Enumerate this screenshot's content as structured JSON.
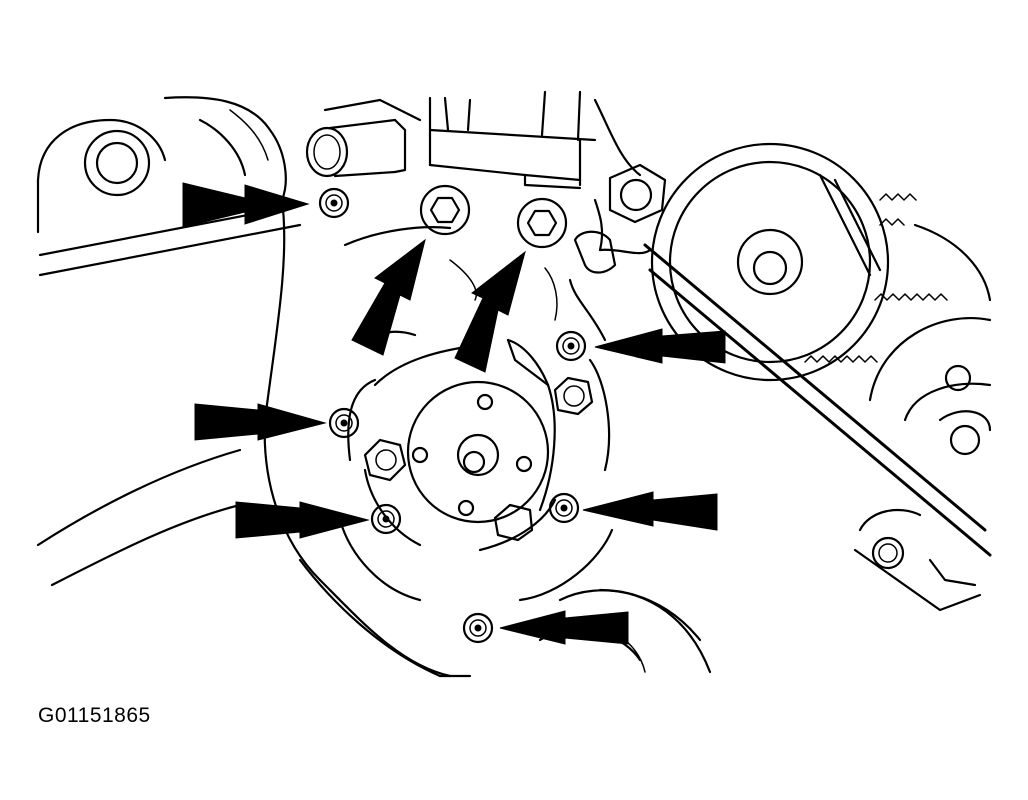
{
  "figure": {
    "reference_code": "G01151865",
    "callouts": [
      {
        "id": "bolt-upper-left",
        "kind": "nut"
      },
      {
        "id": "bolt-upper-hex-left",
        "kind": "hex-socket"
      },
      {
        "id": "bolt-upper-hex-right",
        "kind": "hex-socket"
      },
      {
        "id": "bolt-right-upper",
        "kind": "nut"
      },
      {
        "id": "bolt-left-middle",
        "kind": "nut"
      },
      {
        "id": "bolt-left-lower",
        "kind": "nut"
      },
      {
        "id": "bolt-right-lower",
        "kind": "nut"
      },
      {
        "id": "bolt-bottom",
        "kind": "nut"
      }
    ]
  }
}
